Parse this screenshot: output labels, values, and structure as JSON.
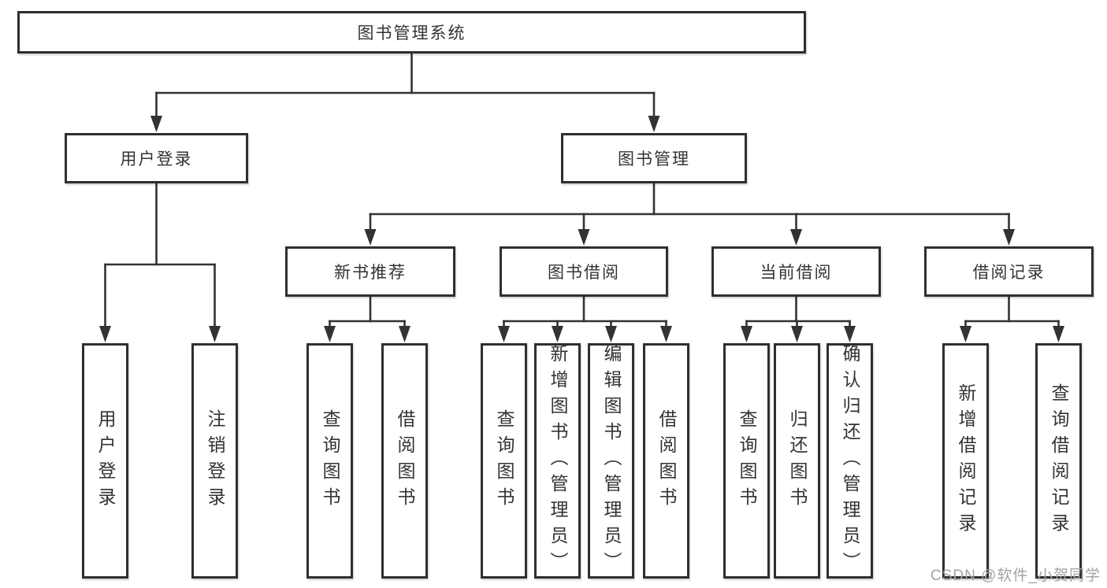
{
  "diagram": {
    "title": "图书管理系统",
    "type": "hierarchy-tree",
    "colors": {
      "line": "#333333",
      "box_border": "#2f2f2f",
      "text": "#333333",
      "background": "#ffffff",
      "watermark": "#a3a3a3"
    },
    "root": {
      "id": "root",
      "label": "图书管理系统",
      "children": [
        {
          "id": "user-login",
          "label": "用户登录",
          "children": [
            {
              "id": "leaf-user-login",
              "label": "用户登录"
            },
            {
              "id": "leaf-logout",
              "label": "注销登录"
            }
          ]
        },
        {
          "id": "book-mgmt",
          "label": "图书管理",
          "children": [
            {
              "id": "new-book-rec",
              "label": "新书推荐",
              "children": [
                {
                  "id": "nbr-query-book",
                  "label": "查询图书"
                },
                {
                  "id": "nbr-borrow-book",
                  "label": "借阅图书"
                }
              ]
            },
            {
              "id": "book-borrow",
              "label": "图书借阅",
              "children": [
                {
                  "id": "bb-query-book",
                  "label": "查询图书"
                },
                {
                  "id": "bb-add-book",
                  "label": "新增图书（管理员）"
                },
                {
                  "id": "bb-edit-book",
                  "label": "编辑图书（管理员）"
                },
                {
                  "id": "bb-borrow-book",
                  "label": "借阅图书"
                }
              ]
            },
            {
              "id": "current-borrow",
              "label": "当前借阅",
              "children": [
                {
                  "id": "cb-query-book",
                  "label": "查询图书"
                },
                {
                  "id": "cb-return-book",
                  "label": "归还图书"
                },
                {
                  "id": "cb-confirm-return",
                  "label": "确认归还（管理员）"
                }
              ]
            },
            {
              "id": "borrow-records",
              "label": "借阅记录",
              "children": [
                {
                  "id": "br-add-record",
                  "label": "新增借阅记录"
                },
                {
                  "id": "br-query-record",
                  "label": "查询借阅记录"
                }
              ]
            }
          ]
        }
      ]
    },
    "watermark": "CSDN @软件_小贺同学"
  }
}
